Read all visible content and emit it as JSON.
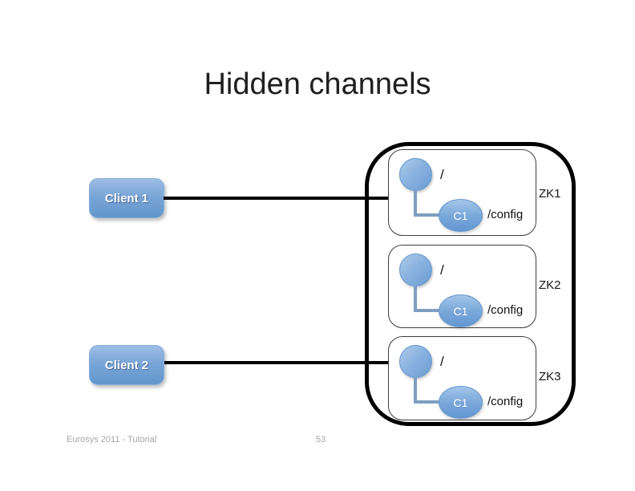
{
  "slide": {
    "title": "Hidden channels",
    "footer_left": "Eurosys 2011 - Tutorial",
    "page_number": "53"
  },
  "diagram": {
    "clients": [
      {
        "label": "Client 1"
      },
      {
        "label": "Client 2"
      }
    ],
    "ensembles": [
      {
        "name": "ZK1",
        "root": "/",
        "child": "C1",
        "child_path": "/config"
      },
      {
        "name": "ZK2",
        "root": "/",
        "child": "C1",
        "child_path": "/config"
      },
      {
        "name": "ZK3",
        "root": "/",
        "child": "C1",
        "child_path": "/config"
      }
    ],
    "colors": {
      "node_fill_light": "#adcbeb",
      "node_fill_dark": "#6397d1",
      "node_border": "#6397cf",
      "connector_blue": "#7e9ec2",
      "client_fill_light": "#9dbde4",
      "client_fill_dark": "#6295cc",
      "link_line": "#000000",
      "ensemble_border": "#000000",
      "title_text": "#1f1f1f",
      "footer_text": "#a6a6a6"
    }
  }
}
